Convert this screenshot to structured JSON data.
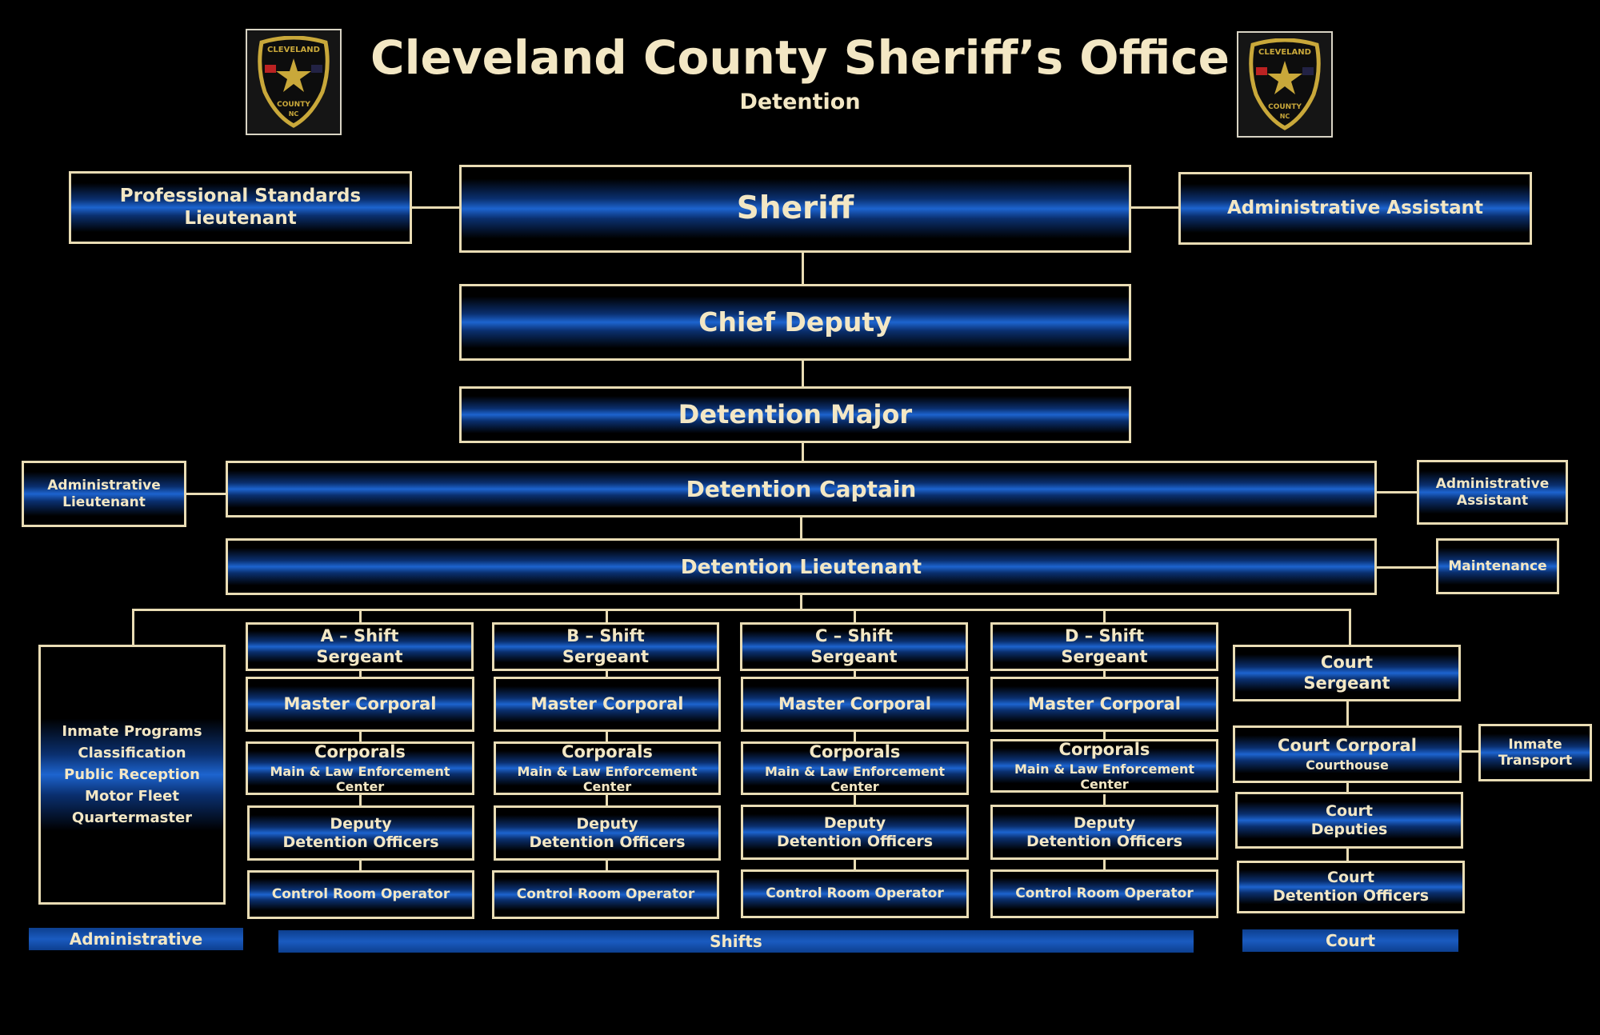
{
  "header": {
    "title": "Cleveland County Sheriff’s Office",
    "subtitle": "Detention"
  },
  "badge": {
    "top_text": "CLEVELAND",
    "bottom_text": "COUNTY",
    "state": "NC"
  },
  "top": {
    "sheriff": "Sheriff",
    "professional_standards": "Professional Standards Lieutenant",
    "admin_assistant": "Administrative Assistant",
    "chief_deputy": "Chief Deputy",
    "detention_major": "Detention Major",
    "detention_captain": "Detention Captain",
    "admin_lieutenant": [
      "Administrative",
      "Lieutenant"
    ],
    "captain_admin_assistant": [
      "Administrative",
      "Assistant"
    ],
    "detention_lieutenant": "Detention Lieutenant",
    "maintenance": "Maintenance"
  },
  "administrative": {
    "items": [
      "Inmate Programs",
      "Classification",
      "Public Reception",
      "Motor Fleet",
      "Quartermaster"
    ]
  },
  "shifts": [
    {
      "name": "A – Shift",
      "sergeant": "Sergeant",
      "master_corporal": "Master Corporal",
      "corporals": "Corporals",
      "corporals_sub": "Main & Law Enforcement Center",
      "deputy": "Deputy",
      "deputy_sub": "Detention Officers",
      "control": "Control Room Operator"
    },
    {
      "name": "B – Shift",
      "sergeant": "Sergeant",
      "master_corporal": "Master Corporal",
      "corporals": "Corporals",
      "corporals_sub": "Main & Law Enforcement Center",
      "deputy": "Deputy",
      "deputy_sub": "Detention Officers",
      "control": "Control Room Operator"
    },
    {
      "name": "C – Shift",
      "sergeant": "Sergeant",
      "master_corporal": "Master Corporal",
      "corporals": "Corporals",
      "corporals_sub": "Main & Law Enforcement Center",
      "deputy": "Deputy",
      "deputy_sub": "Detention Officers",
      "control": "Control Room Operator"
    },
    {
      "name": "D – Shift",
      "sergeant": "Sergeant",
      "master_corporal": "Master Corporal",
      "corporals": "Corporals",
      "corporals_sub": "Main & Law Enforcement Center",
      "deputy": "Deputy",
      "deputy_sub": "Detention Officers",
      "control": "Control Room Operator"
    }
  ],
  "court": {
    "sergeant": [
      "Court",
      "Sergeant"
    ],
    "corporal": "Court Corporal",
    "corporal_sub": "Courthouse",
    "inmate_transport": [
      "Inmate",
      "Transport"
    ],
    "deputies": [
      "Court",
      "Deputies"
    ],
    "detention_officers": [
      "Court",
      "Detention Officers"
    ]
  },
  "bands": {
    "administrative": "Administrative",
    "shifts": "Shifts",
    "court": "Court"
  }
}
